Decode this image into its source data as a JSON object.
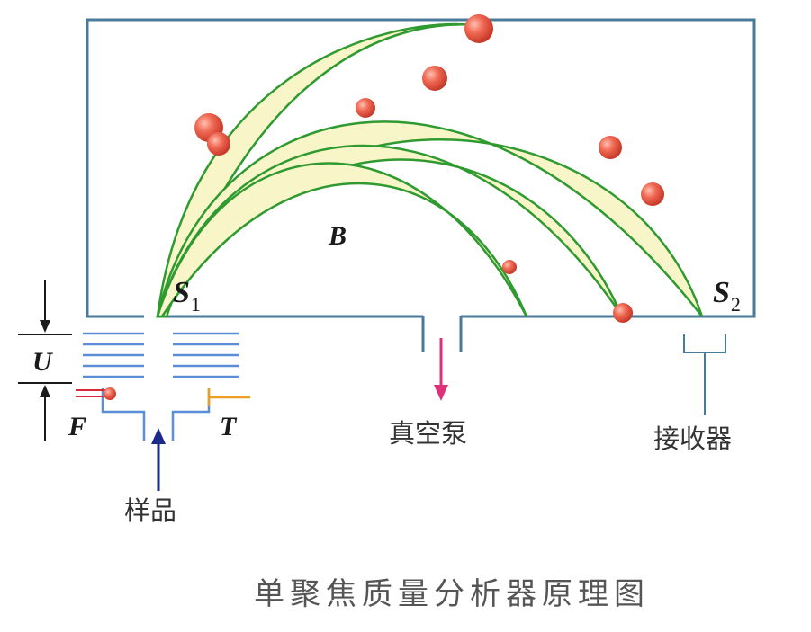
{
  "labels": {
    "field": "B",
    "slit1": "S",
    "slit1_sub": "1",
    "slit2": "S",
    "slit2_sub": "2",
    "voltage": "U",
    "filament": "F",
    "trap": "T",
    "vacuum_pump": "真空泵",
    "receiver": "接收器",
    "sample": "样品"
  },
  "caption": "单聚焦质量分析器原理图",
  "colors": {
    "frame": "#4a7a9a",
    "beam_fill": "#f8f6c8",
    "beam_edge": "#2f9a2f",
    "particle": "#e84a3a",
    "plates": "#5a8fd8",
    "pump_arrow": "#e0307a",
    "sample_arrow": "#1a2a8a",
    "trap": "#e8a020"
  }
}
